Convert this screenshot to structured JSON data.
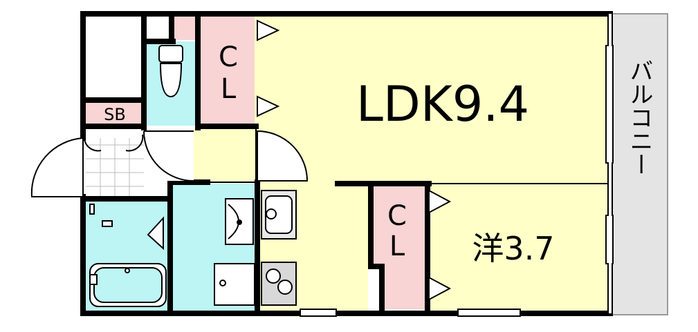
{
  "rooms": {
    "ldk_label": "LDK9.4",
    "western_label": "洋3.7",
    "closet1_label_c": "C",
    "closet1_label_l": "L",
    "closet2_label_c": "C",
    "closet2_label_l": "L",
    "sb_label": "SB",
    "balcony_label": "バルコニー"
  },
  "colors": {
    "living": "#ffffc8",
    "closet": "#f8d4d4",
    "wet": "#bdf4f4",
    "balcony": "#e4e4e4",
    "wall": "#000000",
    "floor_white": "#ffffff"
  }
}
